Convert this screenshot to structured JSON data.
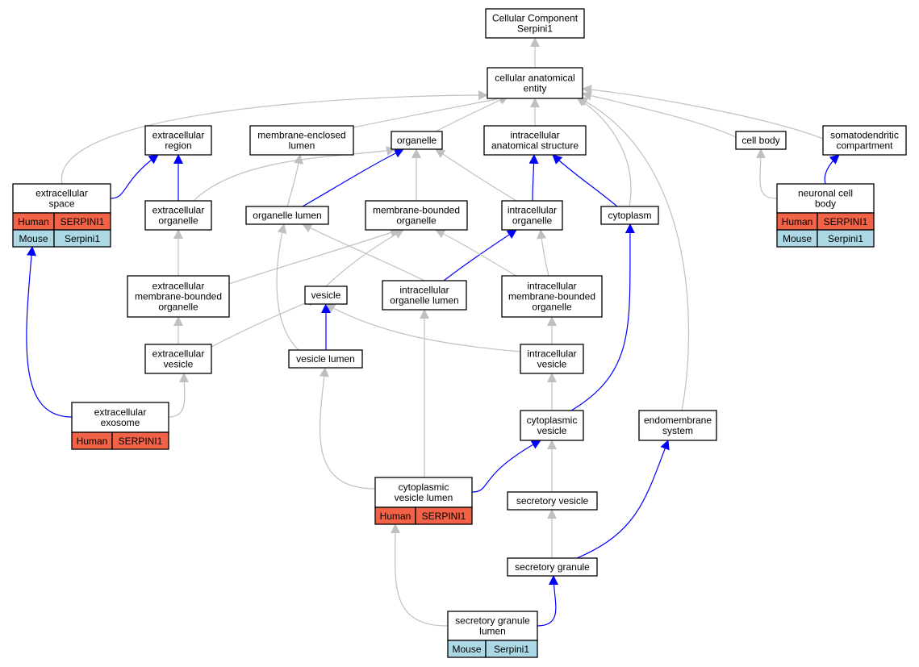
{
  "colors": {
    "is_a_edge": "#c0c0c0",
    "part_of_edge": "#0000ff",
    "human_cell": "#f26247",
    "mouse_cell": "#add8e6",
    "node_border": "#000000",
    "background": "#ffffff"
  },
  "nodes": [
    {
      "id": "root",
      "lines": [
        "Cellular Component",
        "Serpini1"
      ]
    },
    {
      "id": "cae",
      "lines": [
        "cellular anatomical",
        "entity"
      ]
    },
    {
      "id": "er",
      "lines": [
        "extracellular",
        "region"
      ]
    },
    {
      "id": "mel",
      "lines": [
        "membrane-enclosed",
        "lumen"
      ]
    },
    {
      "id": "org",
      "lines": [
        "organelle"
      ]
    },
    {
      "id": "ias",
      "lines": [
        "intracellular",
        "anatomical structure"
      ]
    },
    {
      "id": "cb",
      "lines": [
        "cell body"
      ]
    },
    {
      "id": "sdc",
      "lines": [
        "somatodendritic",
        "compartment"
      ]
    },
    {
      "id": "es",
      "lines": [
        "extracellular",
        "space"
      ],
      "rows": [
        [
          "Human",
          "SERPINI1"
        ],
        [
          "Mouse",
          "Serpini1"
        ]
      ]
    },
    {
      "id": "eo",
      "lines": [
        "extracellular",
        "organelle"
      ]
    },
    {
      "id": "ol",
      "lines": [
        "organelle lumen"
      ]
    },
    {
      "id": "mbo",
      "lines": [
        "membrane-bounded",
        "organelle"
      ]
    },
    {
      "id": "io",
      "lines": [
        "intracellular",
        "organelle"
      ]
    },
    {
      "id": "cyto",
      "lines": [
        "cytoplasm"
      ]
    },
    {
      "id": "ncb",
      "lines": [
        "neuronal cell",
        "body"
      ],
      "rows": [
        [
          "Human",
          "SERPINI1"
        ],
        [
          "Mouse",
          "Serpini1"
        ]
      ]
    },
    {
      "id": "embo",
      "lines": [
        "extracellular",
        "membrane-bounded",
        "organelle"
      ]
    },
    {
      "id": "ves",
      "lines": [
        "vesicle"
      ]
    },
    {
      "id": "iol",
      "lines": [
        "intracellular",
        "organelle lumen"
      ]
    },
    {
      "id": "imbo",
      "lines": [
        "intracellular",
        "membrane-bounded",
        "organelle"
      ]
    },
    {
      "id": "ev",
      "lines": [
        "extracellular",
        "vesicle"
      ]
    },
    {
      "id": "vl",
      "lines": [
        "vesicle lumen"
      ]
    },
    {
      "id": "iv",
      "lines": [
        "intracellular",
        "vesicle"
      ]
    },
    {
      "id": "exo",
      "lines": [
        "extracellular",
        "exosome"
      ],
      "rows": [
        [
          "Human",
          "SERPINI1"
        ]
      ]
    },
    {
      "id": "cv",
      "lines": [
        "cytoplasmic",
        "vesicle"
      ]
    },
    {
      "id": "ems",
      "lines": [
        "endomembrane",
        "system"
      ]
    },
    {
      "id": "cvl",
      "lines": [
        "cytoplasmic",
        "vesicle lumen"
      ],
      "rows": [
        [
          "Human",
          "SERPINI1"
        ]
      ]
    },
    {
      "id": "sv",
      "lines": [
        "secretory vesicle"
      ]
    },
    {
      "id": "sg",
      "lines": [
        "secretory granule"
      ]
    },
    {
      "id": "sgl",
      "lines": [
        "secretory granule",
        "lumen"
      ],
      "rows": [
        [
          "Mouse",
          "Serpini1"
        ]
      ]
    }
  ],
  "edges": [
    {
      "from": "cae",
      "to": "root",
      "kind": "is_a"
    },
    {
      "from": "es",
      "to": "cae",
      "kind": "is_a"
    },
    {
      "from": "mel",
      "to": "cae",
      "kind": "is_a"
    },
    {
      "from": "org",
      "to": "cae",
      "kind": "is_a"
    },
    {
      "from": "ias",
      "to": "cae",
      "kind": "is_a"
    },
    {
      "from": "cyto",
      "to": "cae",
      "kind": "is_a"
    },
    {
      "from": "ems",
      "to": "cae",
      "kind": "is_a"
    },
    {
      "from": "cb",
      "to": "cae",
      "kind": "is_a"
    },
    {
      "from": "sdc",
      "to": "cae",
      "kind": "is_a"
    },
    {
      "from": "es",
      "to": "er",
      "kind": "part_of"
    },
    {
      "from": "eo",
      "to": "er",
      "kind": "part_of"
    },
    {
      "from": "ol",
      "to": "mel",
      "kind": "is_a"
    },
    {
      "from": "ol",
      "to": "org",
      "kind": "part_of"
    },
    {
      "from": "eo",
      "to": "org",
      "kind": "is_a"
    },
    {
      "from": "mbo",
      "to": "org",
      "kind": "is_a"
    },
    {
      "from": "io",
      "to": "org",
      "kind": "is_a"
    },
    {
      "from": "io",
      "to": "ias",
      "kind": "part_of"
    },
    {
      "from": "cyto",
      "to": "ias",
      "kind": "part_of"
    },
    {
      "from": "ncb",
      "to": "cb",
      "kind": "is_a"
    },
    {
      "from": "ncb",
      "to": "sdc",
      "kind": "part_of"
    },
    {
      "from": "embo",
      "to": "eo",
      "kind": "is_a"
    },
    {
      "from": "embo",
      "to": "mbo",
      "kind": "is_a"
    },
    {
      "from": "ves",
      "to": "mbo",
      "kind": "is_a"
    },
    {
      "from": "iol",
      "to": "ol",
      "kind": "is_a"
    },
    {
      "from": "iol",
      "to": "io",
      "kind": "part_of"
    },
    {
      "from": "imbo",
      "to": "mbo",
      "kind": "is_a"
    },
    {
      "from": "imbo",
      "to": "io",
      "kind": "is_a"
    },
    {
      "from": "ev",
      "to": "embo",
      "kind": "is_a"
    },
    {
      "from": "ev",
      "to": "ves",
      "kind": "is_a"
    },
    {
      "from": "vl",
      "to": "ves",
      "kind": "part_of"
    },
    {
      "from": "vl",
      "to": "ol",
      "kind": "is_a"
    },
    {
      "from": "iv",
      "to": "ves",
      "kind": "is_a"
    },
    {
      "from": "iv",
      "to": "imbo",
      "kind": "is_a"
    },
    {
      "from": "exo",
      "to": "ev",
      "kind": "is_a"
    },
    {
      "from": "exo",
      "to": "es",
      "kind": "part_of"
    },
    {
      "from": "cv",
      "to": "iv",
      "kind": "is_a"
    },
    {
      "from": "cv",
      "to": "cyto",
      "kind": "part_of"
    },
    {
      "from": "cvl",
      "to": "cv",
      "kind": "part_of"
    },
    {
      "from": "cvl",
      "to": "vl",
      "kind": "is_a"
    },
    {
      "from": "cvl",
      "to": "iol",
      "kind": "is_a"
    },
    {
      "from": "sv",
      "to": "cv",
      "kind": "is_a"
    },
    {
      "from": "sg",
      "to": "sv",
      "kind": "is_a"
    },
    {
      "from": "sg",
      "to": "ems",
      "kind": "part_of"
    },
    {
      "from": "sgl",
      "to": "cvl",
      "kind": "is_a"
    },
    {
      "from": "sgl",
      "to": "sg",
      "kind": "part_of"
    }
  ]
}
